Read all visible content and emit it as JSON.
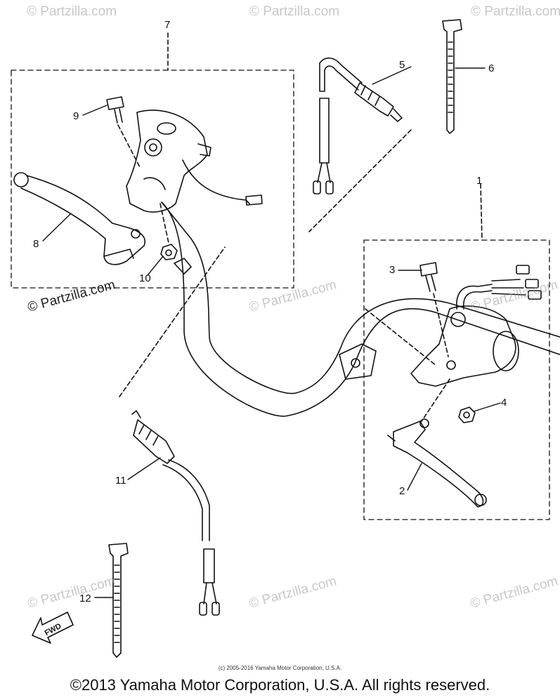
{
  "diagram": {
    "callouts": [
      "1",
      "2",
      "3",
      "4",
      "5",
      "6",
      "7",
      "8",
      "9",
      "10",
      "11",
      "12"
    ],
    "fwd_label": "FWD",
    "watermark": "© Partzilla.com",
    "copyright_small": "(c) 2005-2016 Yamaha Motor Corporation, U.S.A.",
    "copyright_main": "©2013 Yamaha Motor Corporation, U.S.A. All rights reserved.",
    "line_color": "#111111",
    "watermark_color": "#9a9a9a"
  }
}
